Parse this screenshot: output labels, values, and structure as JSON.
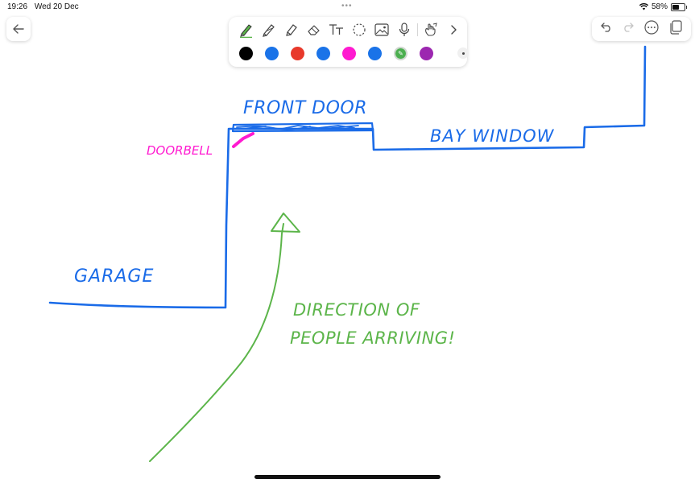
{
  "status_bar": {
    "time": "19:26",
    "date": "Wed 20 Dec",
    "battery_percent": "58%",
    "battery_level": 0.58
  },
  "toolbar": {
    "tools": [
      "pen-icon",
      "pencil-icon",
      "highlighter-icon",
      "eraser-icon",
      "text-icon",
      "lasso-icon",
      "image-icon",
      "microphone-icon",
      "touch-draw-icon",
      "chevron-right-icon"
    ],
    "selected_tool": "pen-icon",
    "colors": [
      "#000000",
      "#1a73e8",
      "#e8392b",
      "#1a73e8",
      "#ff1ad0",
      "#1a73e8",
      "#4caf50",
      "#9c27b0"
    ],
    "selected_color_index": 6
  },
  "right_tools": [
    "undo-icon",
    "redo-icon",
    "more-icon",
    "pages-icon"
  ],
  "canvas": {
    "labels": {
      "front_door": "FRONT DOOR",
      "bay_window": "BAY WINDOW",
      "doorbell": "DOORBELL",
      "garage": "GARAGE",
      "direction_line1": "DIRECTION OF",
      "direction_line2": "PEOPLE ARRIVING!"
    },
    "colors": {
      "blue": "#1a6be8",
      "magenta": "#ff1ad0",
      "green": "#5cb54a"
    }
  }
}
